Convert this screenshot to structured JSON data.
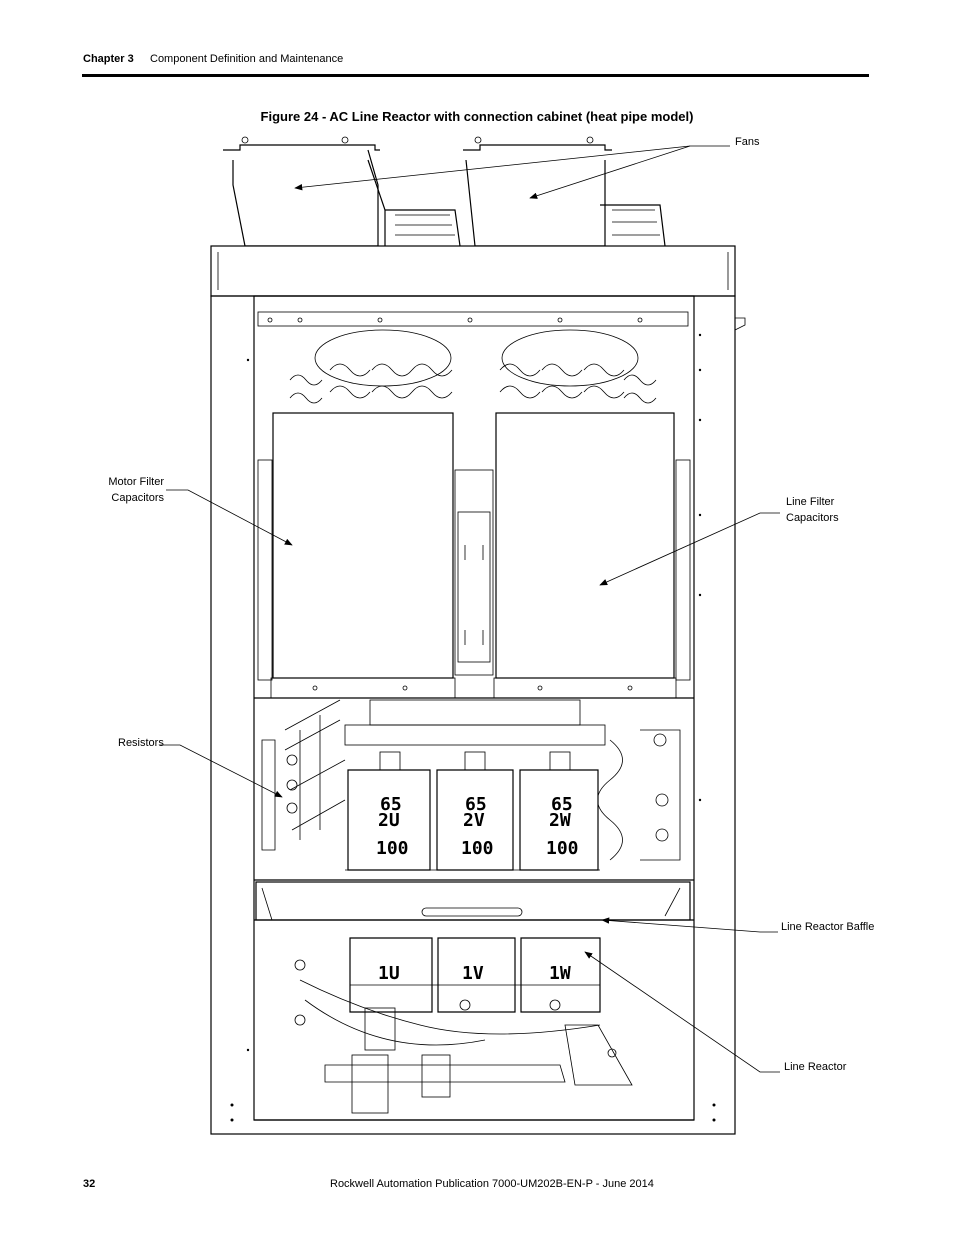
{
  "header": {
    "chapter": "Chapter 3",
    "section": "Component Definition and Maintenance"
  },
  "figure": {
    "caption": "Figure 24 - AC Line Reactor with connection cabinet (heat pipe model)"
  },
  "callouts": {
    "fans": "Fans",
    "motor_filter_1": "Motor Filter",
    "motor_filter_2": "Capacitors",
    "line_filter_1": "Line Filter",
    "line_filter_2": "Capacitors",
    "resistors": "Resistors",
    "line_reactor_baffle": "Line Reactor Baffle",
    "line_reactor": "Line Reactor"
  },
  "component_labels": {
    "upper_reactor_left": [
      "65",
      "2U",
      "100"
    ],
    "upper_reactor_mid": [
      "65",
      "2V",
      "100"
    ],
    "upper_reactor_right": [
      "65",
      "2W",
      "100"
    ],
    "lower_reactor_left": "1U",
    "lower_reactor_mid": "1V",
    "lower_reactor_right": "1W"
  },
  "footer": {
    "page_number": "32",
    "publication": "Rockwell Automation Publication 7000-UM202B-EN-P - June 2014"
  }
}
